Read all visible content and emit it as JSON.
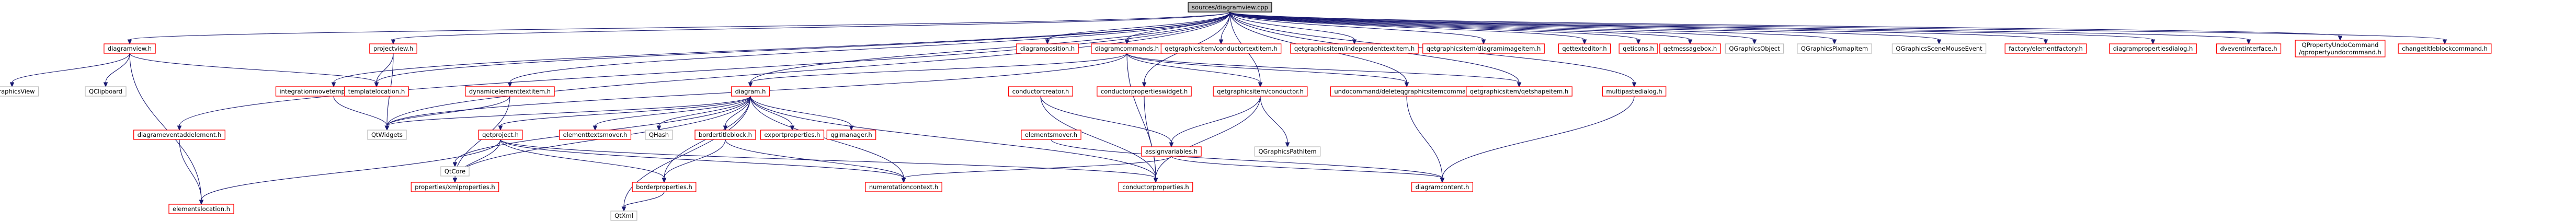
{
  "colors": {
    "root_fill": "#bfbfbf",
    "root_stroke": "#000000",
    "documented_stroke": "#ff0000",
    "undocumented_stroke": "#bfbfbf",
    "node_fill": "#ffffff",
    "edge": "#191970"
  },
  "root": "sources/diagramview.cpp",
  "nodes": [
    {
      "id": "root",
      "label": "sources/diagramview.cpp",
      "kind": "root"
    },
    {
      "id": "diagramview_h",
      "label": "diagramview.h",
      "kind": "documented"
    },
    {
      "id": "QGraphicsView",
      "label": "QGraphicsView",
      "kind": "external"
    },
    {
      "id": "QClipboard",
      "label": "QClipboard",
      "kind": "external"
    },
    {
      "id": "projectview_h",
      "label": "projectview.h",
      "kind": "documented"
    },
    {
      "id": "integrationmoveelementshandler_h",
      "label": "integrationmovetemplateshandler.h",
      "kind": "documented"
    },
    {
      "id": "templatelocation_h",
      "label": "templatelocation.h",
      "kind": "documented"
    },
    {
      "id": "QtWidgets",
      "label": "QtWidgets",
      "kind": "external"
    },
    {
      "id": "dynamicelementtextitem_h",
      "label": "dynamicelementtextitem.h",
      "kind": "documented"
    },
    {
      "id": "diagramcommands_h",
      "label": "diagramcommands.h",
      "kind": "documented"
    },
    {
      "id": "diagram_h",
      "label": "diagram.h",
      "kind": "documented"
    },
    {
      "id": "diagrameventaddelement_h",
      "label": "diagrameventaddelement.h",
      "kind": "documented"
    },
    {
      "id": "elementslocation_h",
      "label": "elementslocation.h",
      "kind": "documented"
    },
    {
      "id": "qetproject_h",
      "label": "qetproject.h",
      "kind": "documented"
    },
    {
      "id": "QtCore",
      "label": "QtCore",
      "kind": "external"
    },
    {
      "id": "properties_xmlproperties_h",
      "label": "properties/xmlproperties.h",
      "kind": "documented"
    },
    {
      "id": "elementtextsmover_h",
      "label": "elementtextsmover.h",
      "kind": "documented"
    },
    {
      "id": "QHash",
      "label": "QHash",
      "kind": "external"
    },
    {
      "id": "borderproperties_h",
      "label": "borderproperties.h",
      "kind": "documented"
    },
    {
      "id": "bordertitleblock_h",
      "label": "bordertitleblock.h",
      "kind": "documented"
    },
    {
      "id": "QtXml",
      "label": "QtXml",
      "kind": "external"
    },
    {
      "id": "exportproperties_h",
      "label": "exportproperties.h",
      "kind": "documented"
    },
    {
      "id": "qgimanager_h",
      "label": "qgimanager.h",
      "kind": "documented"
    },
    {
      "id": "numerotationcontext_h",
      "label": "numerotationcontext.h",
      "kind": "documented"
    },
    {
      "id": "conductorcreator_h",
      "label": "conductorcreator.h",
      "kind": "documented"
    },
    {
      "id": "elementsmover_h",
      "label": "elementsmover.h",
      "kind": "documented"
    },
    {
      "id": "conductorpropertieswidget_h",
      "label": "conductorpropertieswidget.h",
      "kind": "documented"
    },
    {
      "id": "qetgraphicsitem_conductor_h",
      "label": "qetgraphicsitem/conductor.h",
      "kind": "documented"
    },
    {
      "id": "assignvariables_h",
      "label": "assignvariables.h",
      "kind": "documented"
    },
    {
      "id": "QGraphicsPathItem",
      "label": "QGraphicsPathItem",
      "kind": "external"
    },
    {
      "id": "conductorproperties_h",
      "label": "conductorproperties.h",
      "kind": "documented"
    },
    {
      "id": "undocommand_deleteqgraphicsitemcommand_h",
      "label": "undocommand/deleteqgraphicsitemcommand.h",
      "kind": "documented"
    },
    {
      "id": "qetgraphicsitem_qetshapeitem_h",
      "label": "qetgraphicsitem/qetshapeitem.h",
      "kind": "documented"
    },
    {
      "id": "multipastedialog_h",
      "label": "multipastedialog.h",
      "kind": "documented"
    },
    {
      "id": "diagramcontent_h",
      "label": "diagramcontent.h",
      "kind": "documented"
    },
    {
      "id": "diagramposition_h",
      "label": "diagramposition.h",
      "kind": "documented"
    },
    {
      "id": "qetgraphicsitem_conductortextitem_h",
      "label": "qetgraphicsitem/conductortextitem.h",
      "kind": "documented"
    },
    {
      "id": "qetgraphicsitem_independenttextitem_h",
      "label": "qetgraphicsitem/independenttextitem.h",
      "kind": "documented"
    },
    {
      "id": "qetgraphicsitem_diagramimageitem_h",
      "label": "qetgraphicsitem/diagramimageitem.h",
      "kind": "documented"
    },
    {
      "id": "qettexteditor_h",
      "label": "qettexteditor.h",
      "kind": "documented"
    },
    {
      "id": "qeticons_h",
      "label": "qeticons.h",
      "kind": "documented"
    },
    {
      "id": "qetmessagebox_h",
      "label": "qetmessagebox.h",
      "kind": "documented"
    },
    {
      "id": "QGraphicsObject",
      "label": "QGraphicsObject",
      "kind": "external"
    },
    {
      "id": "QGraphicsPixmapItem",
      "label": "QGraphicsPixmapItem",
      "kind": "external"
    },
    {
      "id": "QGraphicsSceneMouseEvent",
      "label": "QGraphicsSceneMouseEvent",
      "kind": "external"
    },
    {
      "id": "factory_elementfactory_h",
      "label": "factory/elementfactory.h",
      "kind": "documented"
    },
    {
      "id": "diagrampropertiesdialog_h",
      "label": "diagrampropertiesdialog.h",
      "kind": "documented"
    },
    {
      "id": "dveventinterface_h",
      "label": "dveventinterface.h",
      "kind": "documented"
    },
    {
      "id": "qpropertyundocommand_h",
      "label": "QPropertyUndoCommand\n/qpropertyundocommand.h",
      "kind": "documented"
    },
    {
      "id": "changetitleblockcommand_h",
      "label": "changetitleblockcommand.h",
      "kind": "documented"
    }
  ],
  "edges": [
    [
      "root",
      "diagramview_h"
    ],
    [
      "root",
      "projectview_h"
    ],
    [
      "root",
      "integrationmoveelementshandler_h"
    ],
    [
      "root",
      "templatelocation_h"
    ],
    [
      "root",
      "QtWidgets"
    ],
    [
      "root",
      "dynamicelementtextitem_h"
    ],
    [
      "root",
      "diagramcommands_h"
    ],
    [
      "root",
      "diagram_h"
    ],
    [
      "root",
      "diagrameventaddelement_h"
    ],
    [
      "root",
      "conductorpropertieswidget_h"
    ],
    [
      "root",
      "qetgraphicsitem_conductor_h"
    ],
    [
      "root",
      "undocommand_deleteqgraphicsitemcommand_h"
    ],
    [
      "root",
      "qetgraphicsitem_qetshapeitem_h"
    ],
    [
      "root",
      "multipastedialog_h"
    ],
    [
      "root",
      "diagramposition_h"
    ],
    [
      "root",
      "qetgraphicsitem_conductortextitem_h"
    ],
    [
      "root",
      "qetgraphicsitem_independenttextitem_h"
    ],
    [
      "root",
      "qetgraphicsitem_diagramimageitem_h"
    ],
    [
      "root",
      "qettexteditor_h"
    ],
    [
      "root",
      "qeticons_h"
    ],
    [
      "root",
      "qetmessagebox_h"
    ],
    [
      "root",
      "QGraphicsObject"
    ],
    [
      "root",
      "QGraphicsPixmapItem"
    ],
    [
      "root",
      "QGraphicsSceneMouseEvent"
    ],
    [
      "root",
      "factory_elementfactory_h"
    ],
    [
      "root",
      "diagrampropertiesdialog_h"
    ],
    [
      "root",
      "dveventinterface_h"
    ],
    [
      "root",
      "qpropertyundocommand_h"
    ],
    [
      "root",
      "changetitleblockcommand_h"
    ],
    [
      "diagramview_h",
      "QGraphicsView"
    ],
    [
      "diagramview_h",
      "QClipboard"
    ],
    [
      "diagramview_h",
      "templatelocation_h"
    ],
    [
      "diagramview_h",
      "elementslocation_h"
    ],
    [
      "projectview_h",
      "templatelocation_h"
    ],
    [
      "projectview_h",
      "QtWidgets"
    ],
    [
      "integrationmoveelementshandler_h",
      "QtWidgets"
    ],
    [
      "dynamicelementtextitem_h",
      "QtWidgets"
    ],
    [
      "dynamicelementtextitem_h",
      "properties_xmlproperties_h"
    ],
    [
      "diagramcommands_h",
      "diagram_h"
    ],
    [
      "diagramcommands_h",
      "qetgraphicsitem_conductor_h"
    ],
    [
      "diagramcommands_h",
      "undocommand_deleteqgraphicsitemcommand_h"
    ],
    [
      "diagramcommands_h",
      "qetgraphicsitem_qetshapeitem_h"
    ],
    [
      "diagramcommands_h",
      "conductorproperties_h"
    ],
    [
      "diagramcommands_h",
      "QtWidgets"
    ],
    [
      "diagram_h",
      "QtWidgets"
    ],
    [
      "diagram_h",
      "QtXml"
    ],
    [
      "diagram_h",
      "QHash"
    ],
    [
      "diagram_h",
      "QtCore"
    ],
    [
      "diagram_h",
      "qetproject_h"
    ],
    [
      "diagram_h",
      "properties_xmlproperties_h"
    ],
    [
      "diagram_h",
      "elementtextsmover_h"
    ],
    [
      "diagram_h",
      "borderproperties_h"
    ],
    [
      "diagram_h",
      "bordertitleblock_h"
    ],
    [
      "diagram_h",
      "exportproperties_h"
    ],
    [
      "diagram_h",
      "qgimanager_h"
    ],
    [
      "diagram_h",
      "numerotationcontext_h"
    ],
    [
      "diagram_h",
      "conductorproperties_h"
    ],
    [
      "diagrameventaddelement_h",
      "elementslocation_h"
    ],
    [
      "qetproject_h",
      "elementslocation_h"
    ],
    [
      "qetproject_h",
      "borderproperties_h"
    ],
    [
      "qetproject_h",
      "numerotationcontext_h"
    ],
    [
      "qetproject_h",
      "properties_xmlproperties_h"
    ],
    [
      "qetproject_h",
      "conductorproperties_h"
    ],
    [
      "borderproperties_h",
      "QtXml"
    ],
    [
      "bordertitleblock_h",
      "borderproperties_h"
    ],
    [
      "bordertitleblock_h",
      "numerotationcontext_h"
    ],
    [
      "conductorcreator_h",
      "assignvariables_h"
    ],
    [
      "conductorcreator_h",
      "conductorproperties_h"
    ],
    [
      "elementsmover_h",
      "diagramcontent_h"
    ],
    [
      "conductorpropertieswidget_h",
      "conductorproperties_h"
    ],
    [
      "qetgraphicsitem_conductor_h",
      "conductorproperties_h"
    ],
    [
      "qetgraphicsitem_conductor_h",
      "assignvariables_h"
    ],
    [
      "qetgraphicsitem_conductor_h",
      "QGraphicsPathItem"
    ],
    [
      "assignvariables_h",
      "diagramcontent_h"
    ],
    [
      "assignvariables_h",
      "numerotationcontext_h"
    ],
    [
      "undocommand_deleteqgraphicsitemcommand_h",
      "diagramcontent_h"
    ],
    [
      "multipastedialog_h",
      "diagramcontent_h"
    ]
  ]
}
